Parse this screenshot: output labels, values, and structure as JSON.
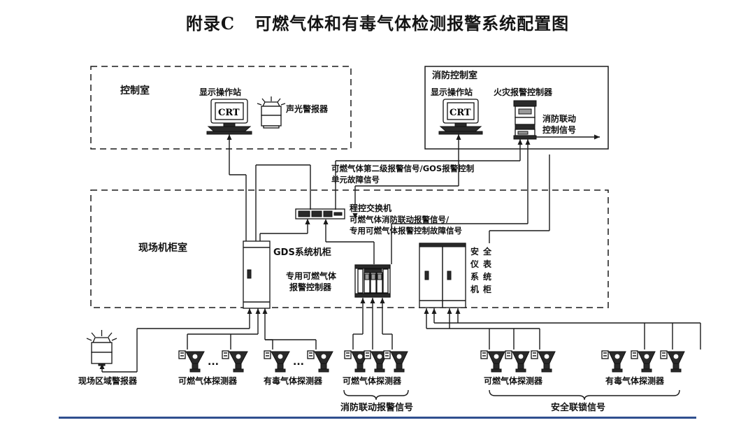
{
  "document": {
    "title": "附录C   可燃气体和有毒气体检测报警系统配置图",
    "title_prefix": "附录 C",
    "title_main": "可燃气体和有毒气体检测报警系统配置图",
    "accent_color": "#2f4f8f",
    "line_color": "#1a1a1a",
    "background_color": "#ffffff"
  },
  "rooms": {
    "control_room": {
      "label": "控制室"
    },
    "fire_control_room": {
      "label": "消防控制室"
    },
    "field_cabinet_room": {
      "label": "现场机柜室"
    }
  },
  "devices": {
    "crt_workstation_control": {
      "label": "显示操作站",
      "screen_text": "CRT"
    },
    "audible_visual_alarm": {
      "label": "声光警报器"
    },
    "crt_workstation_fire": {
      "label": "显示操作站",
      "screen_text": "CRT"
    },
    "fire_alarm_controller": {
      "label": "火灾报警控制器"
    },
    "pbx_switch": {
      "label": "程控交换机"
    },
    "gds_cabinet": {
      "label": "GDS系统机柜"
    },
    "dedicated_gas_alarm_controller": {
      "label1": "专用可燃气体",
      "label2": "报警控制器"
    },
    "safety_instrumented_cabinet": {
      "col1": "安全仪表",
      "col2": "系统机柜",
      "chars": [
        "安",
        "全",
        "仪",
        "表",
        "系",
        "统",
        "机",
        "柜"
      ]
    },
    "field_area_alarm": {
      "label": "现场区域警报器"
    }
  },
  "signals": {
    "fire_linkage_control": {
      "line1": "消防联动",
      "line2": "控制信号"
    },
    "second_level_alarm": {
      "line1": "可燃气体第二级报警信号/GOS报警控制",
      "line2": "单元故障信号"
    },
    "pbx_signals": {
      "line1": "可燃气体消防联动报警信号/",
      "line2": "专用可燃气体报警控制故障信号"
    },
    "fire_linkage_alarm_signal": "消防联动报警信号",
    "safety_interlock_signal": "安全联锁信号"
  },
  "detector_groups": [
    {
      "id": "group-a",
      "label": "可燃气体探测器",
      "count": 2,
      "ellipsis": "..."
    },
    {
      "id": "group-b",
      "label": "有毒气体探测器",
      "count": 2,
      "ellipsis": "..."
    },
    {
      "id": "group-c",
      "label": "可燃气体探测器",
      "count": 3,
      "brace_label": "消防联动报警信号"
    },
    {
      "id": "group-d",
      "label": "可燃气体探测器",
      "count": 3
    },
    {
      "id": "group-e",
      "label": "有毒气体探测器",
      "count": 3
    }
  ]
}
